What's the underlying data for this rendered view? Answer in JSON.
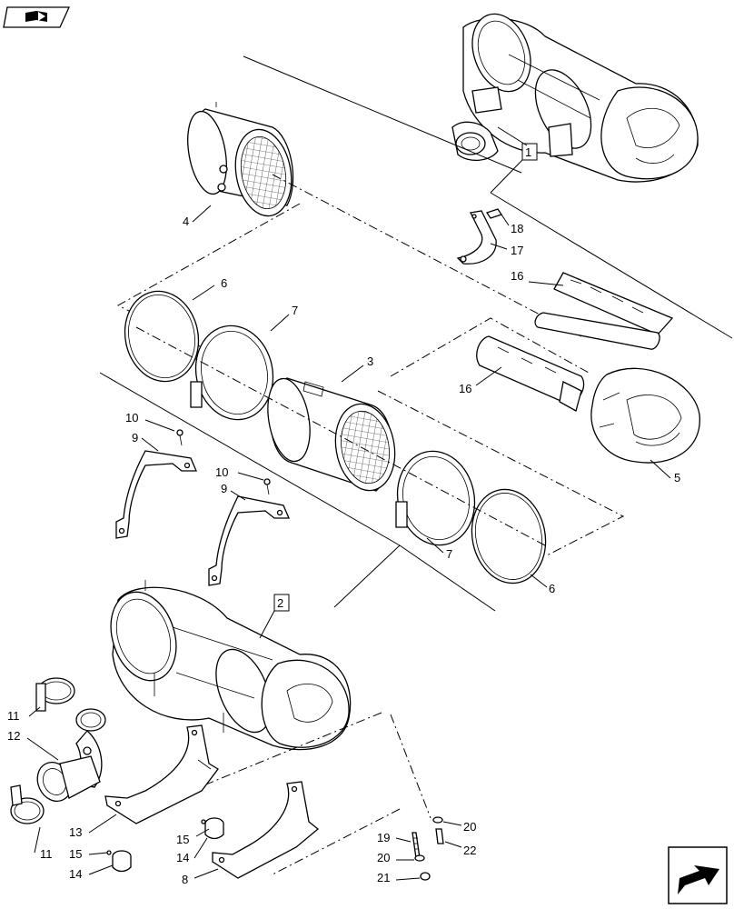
{
  "callouts": {
    "c1": "1",
    "c2": "2",
    "c3": "3",
    "c4": "4",
    "c5": "5",
    "c6a": "6",
    "c6b": "6",
    "c7a": "7",
    "c7b": "7",
    "c8": "8",
    "c9a": "9",
    "c9b": "9",
    "c10a": "10",
    "c10b": "10",
    "c11a": "11",
    "c11b": "11",
    "c12": "12",
    "c13": "13",
    "c14a": "14",
    "c14b": "14",
    "c15a": "15",
    "c15b": "15",
    "c16a": "16",
    "c16b": "16",
    "c17": "17",
    "c18": "18",
    "c19": "19",
    "c20a": "20",
    "c20b": "20",
    "c21": "21",
    "c22": "22"
  },
  "icons": {
    "top_left": "book-navigation-icon",
    "bottom_right": "next-page-arrow-icon"
  }
}
